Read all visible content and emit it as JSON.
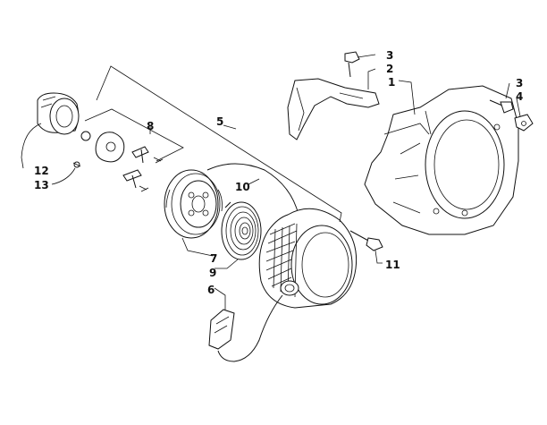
{
  "diagram": {
    "callouts": [
      {
        "id": "c3a",
        "text": "3"
      },
      {
        "id": "c2",
        "text": "2"
      },
      {
        "id": "c1",
        "text": "1"
      },
      {
        "id": "c3b",
        "text": "3"
      },
      {
        "id": "c4",
        "text": "4"
      },
      {
        "id": "c5",
        "text": "5"
      },
      {
        "id": "c8",
        "text": "8"
      },
      {
        "id": "c10",
        "text": "10"
      },
      {
        "id": "c12",
        "text": "12"
      },
      {
        "id": "c13",
        "text": "13"
      },
      {
        "id": "c7",
        "text": "7"
      },
      {
        "id": "c9",
        "text": "9"
      },
      {
        "id": "c11",
        "text": "11"
      },
      {
        "id": "c6",
        "text": "6"
      }
    ]
  }
}
